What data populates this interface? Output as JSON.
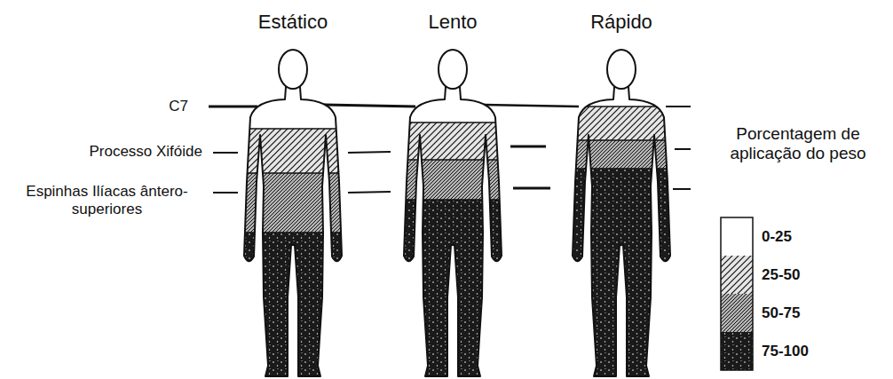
{
  "diagram": {
    "labels": [
      "Estático",
      "Lento",
      "Rápido",
      "C7",
      "Processo Xifóide",
      "Espinhas Ilíacas ântero-superiores",
      "Porcentagem de aplicação do peso"
    ],
    "legend": [
      {
        "text": "0-25",
        "color": "#ffffff"
      },
      {
        "text": "25-50",
        "color": "#e6e6e6"
      },
      {
        "text": "50-75",
        "color": "#b3b3b3"
      },
      {
        "text": "75-100",
        "color": "#1a1a1a"
      }
    ]
  }
}
